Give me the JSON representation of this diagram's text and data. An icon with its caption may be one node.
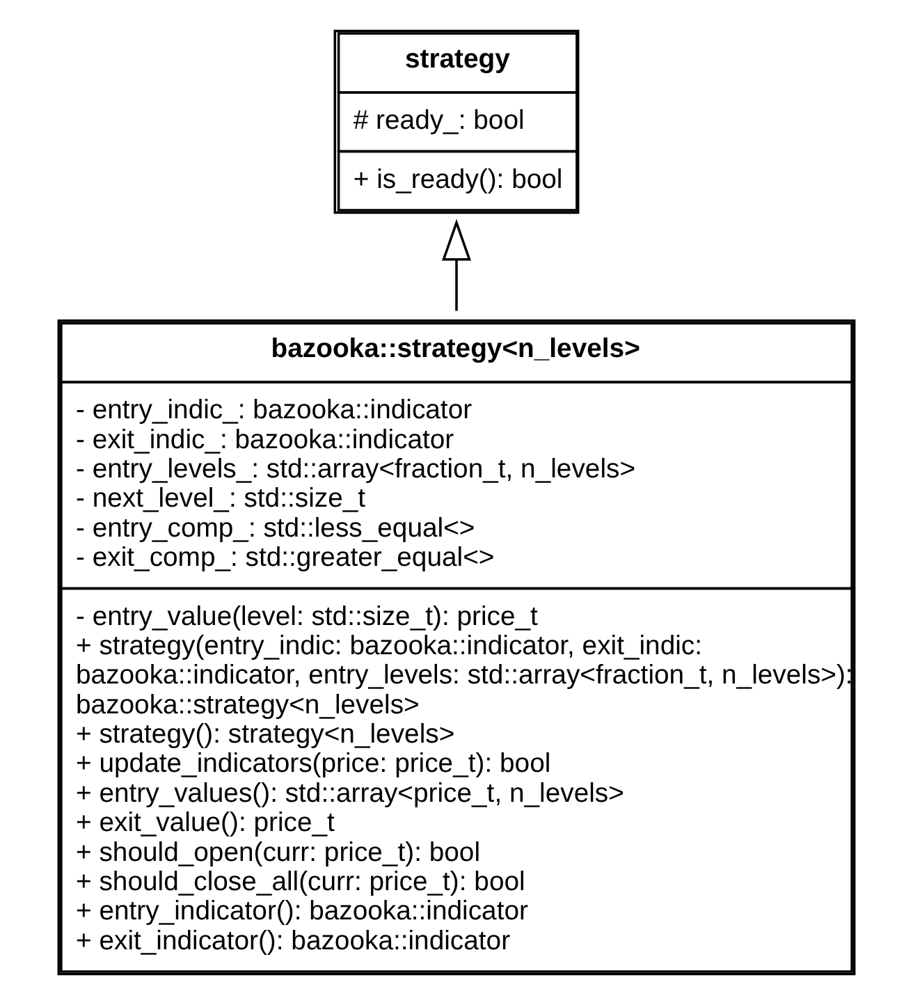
{
  "diagram": {
    "nodes": [
      {
        "text": [
          "strategy",
          "# ready_: bool",
          "+ is_ready(): bool"
        ]
      },
      {
        "text": [
          "bazooka::strategy<n_levels>",
          "- entry_indic_: bazooka::indicator",
          "- exit_indic_: bazooka::indicator",
          "- entry_levels_: std::array<fraction_t, n_levels>",
          "- next_level_: std::size_t",
          "- entry_comp_: std::less_equal<>",
          "- exit_comp_: std::greater_equal<>",
          "- entry_value(level: std::size_t): price_t",
          "+ strategy(entry_indic: bazooka::indicator, exit_indic: bazooka::indicator, entry_levels: std::array<fraction_t, n_levels>): bazooka::strategy<n_levels>",
          "+ strategy(): strategy<n_levels>",
          "+ update_indicators(price: price_t): bool",
          "+ entry_values(): std::array<price_t, n_levels>",
          "+ exit_value(): price_t",
          "+ should_open(curr: price_t): bool",
          "+ should_close_all(curr: price_t): bool",
          "+ entry_indicator(): bazooka::indicator",
          "+ exit_indicator(): bazooka::indicator"
        ]
      }
    ],
    "edges": [
      {
        "from": 1,
        "to": 0,
        "arrow": "to"
      }
    ]
  }
}
